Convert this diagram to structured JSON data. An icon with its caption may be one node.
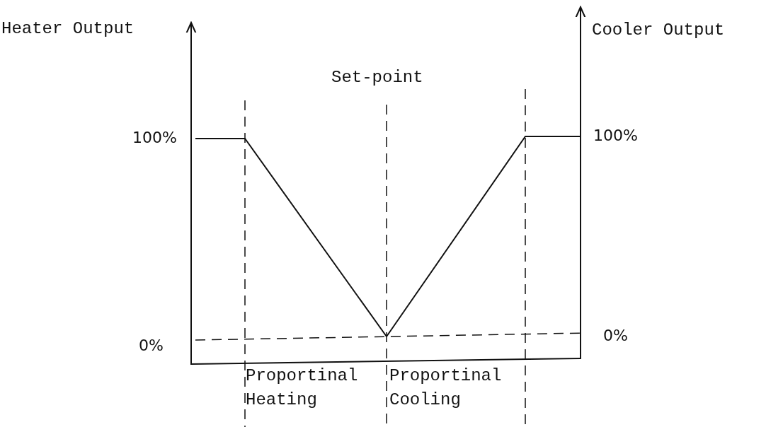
{
  "diagram": {
    "labels": [
      "Heater Output",
      "Cooler Output",
      "Set-point",
      "100%",
      "100%",
      "0%",
      "0%",
      "Proportinal Heating",
      "Proportinal Cooling"
    ]
  }
}
